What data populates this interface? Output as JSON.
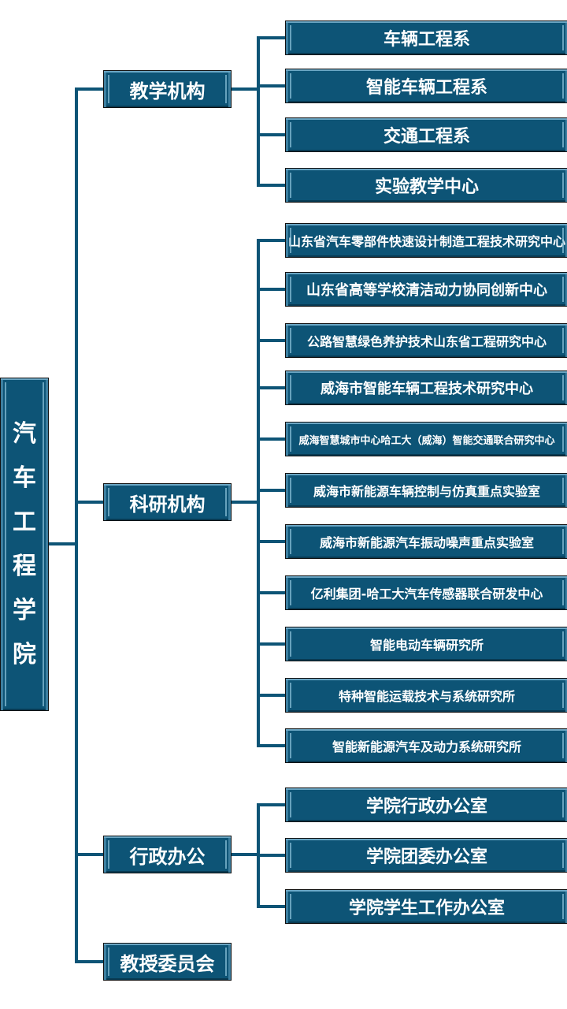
{
  "root": {
    "chars": [
      "汽",
      "车",
      "工",
      "程",
      "学",
      "院"
    ]
  },
  "branches": [
    {
      "label": "教学机构",
      "children": [
        "车辆工程系",
        "智能车辆工程系",
        "交通工程系",
        "实验教学中心"
      ]
    },
    {
      "label": "科研机构",
      "children": [
        "山东省汽车零部件快速设计制造工程技术研究中心",
        "山东省高等学校清洁动力协同创新中心",
        "公路智慧绿色养护技术山东省工程研究中心",
        "威海市智能车辆工程技术研究中心",
        "威海智慧城市中心哈工大（威海）智能交通联合研究中心",
        "威海市新能源车辆控制与仿真重点实验室",
        "威海市新能源汽车振动噪声重点实验室",
        "亿利集团-哈工大汽车传感器联合研发中心",
        "智能电动车辆研究所",
        "特种智能运载技术与系统研究所",
        "智能新能源汽车及动力系统研究所"
      ]
    },
    {
      "label": "行政办公",
      "children": [
        "学院行政办公室",
        "学院团委办公室",
        "学院学生工作办公室"
      ]
    },
    {
      "label": "教授委员会",
      "children": []
    }
  ],
  "colors": {
    "box": "#0d5476",
    "line": "#0d5476"
  }
}
